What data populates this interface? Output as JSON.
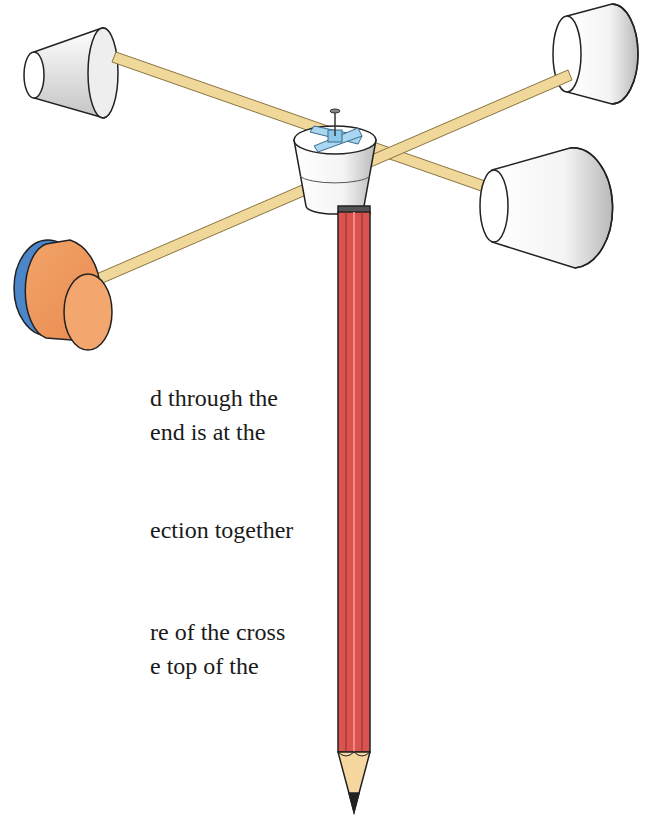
{
  "diagram": {
    "labels": [
      "d through the",
      "end is at the",
      "ection together",
      "re of the cross",
      "e top of the"
    ]
  }
}
